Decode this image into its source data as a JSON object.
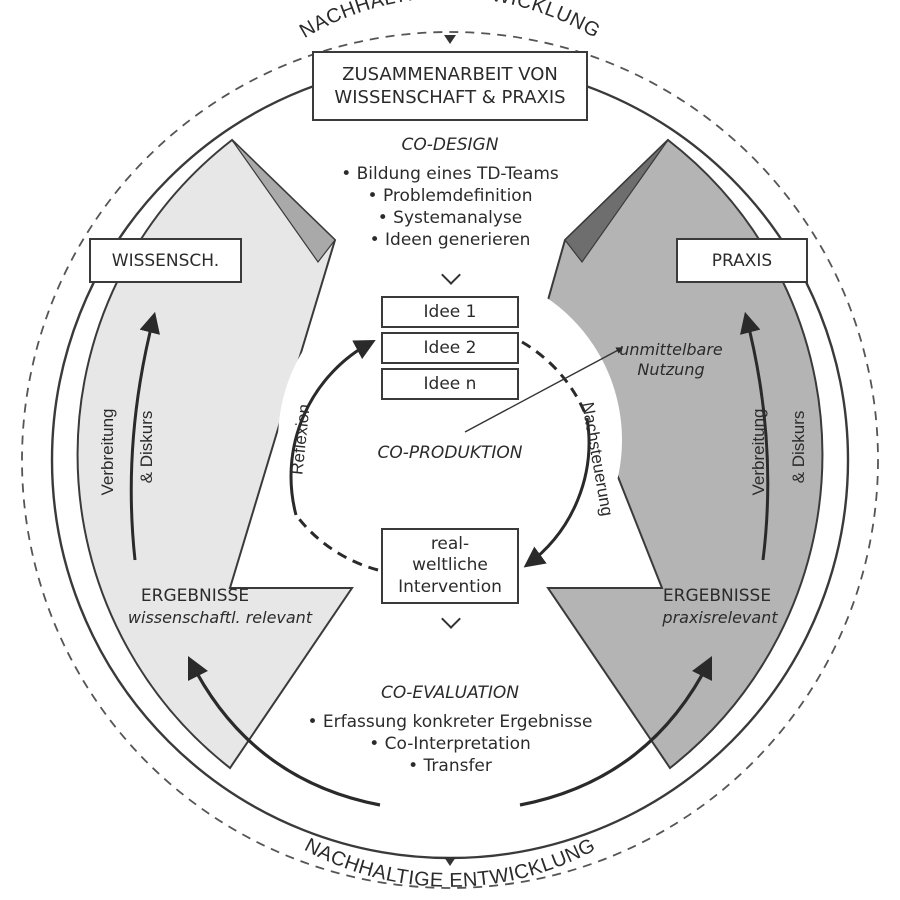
{
  "outer_ring": {
    "top_label": "NACHHALTIGE ENTWICKLUNG",
    "bottom_label": "NACHHALTIGE ENTWICKLUNG"
  },
  "top_box": {
    "line1": "ZUSAMMENARBEIT VON",
    "line2": "WISSENSCHAFT & PRAXIS"
  },
  "co_design": {
    "title": "CO-DESIGN",
    "items": [
      "• Bildung eines TD-Teams",
      "• Problemdefinition",
      "• Systemanalyse",
      "• Ideen generieren"
    ]
  },
  "ideas": [
    "Idee 1",
    "Idee 2",
    "Idee n"
  ],
  "co_produktion": "CO-PRODUKTION",
  "intervention": {
    "line1": "real-",
    "line2": "weltliche",
    "line3": "Intervention"
  },
  "reflexion": "Reflexion",
  "nachsteuerung": "Nachsteuerung",
  "unmittelbare_nutzung": {
    "line1": "unmittelbare",
    "line2": "Nutzung"
  },
  "co_evaluation": {
    "title": "CO-EVALUATION",
    "items": [
      "• Erfassung konkreter Ergebnisse",
      "• Co-Interpretation",
      "• Transfer"
    ]
  },
  "left_panel": {
    "box_label": "WISSENSCH.",
    "arrow_label_1": "Verbreitung",
    "arrow_label_2": "& Diskurs",
    "result_title": "ERGEBNISSE",
    "result_subtitle": "wissenschaftl. relevant"
  },
  "right_panel": {
    "box_label": "PRAXIS",
    "arrow_label_1": "Verbreitung",
    "arrow_label_2": "& Diskurs",
    "result_title": "ERGEBNISSE",
    "result_subtitle": "praxisrelevant"
  },
  "colors": {
    "left_panel_fill": "#e7e7e7",
    "right_panel_fill": "#b4b4b4",
    "stroke": "#3a3a3a",
    "text": "#2b2b2b"
  }
}
